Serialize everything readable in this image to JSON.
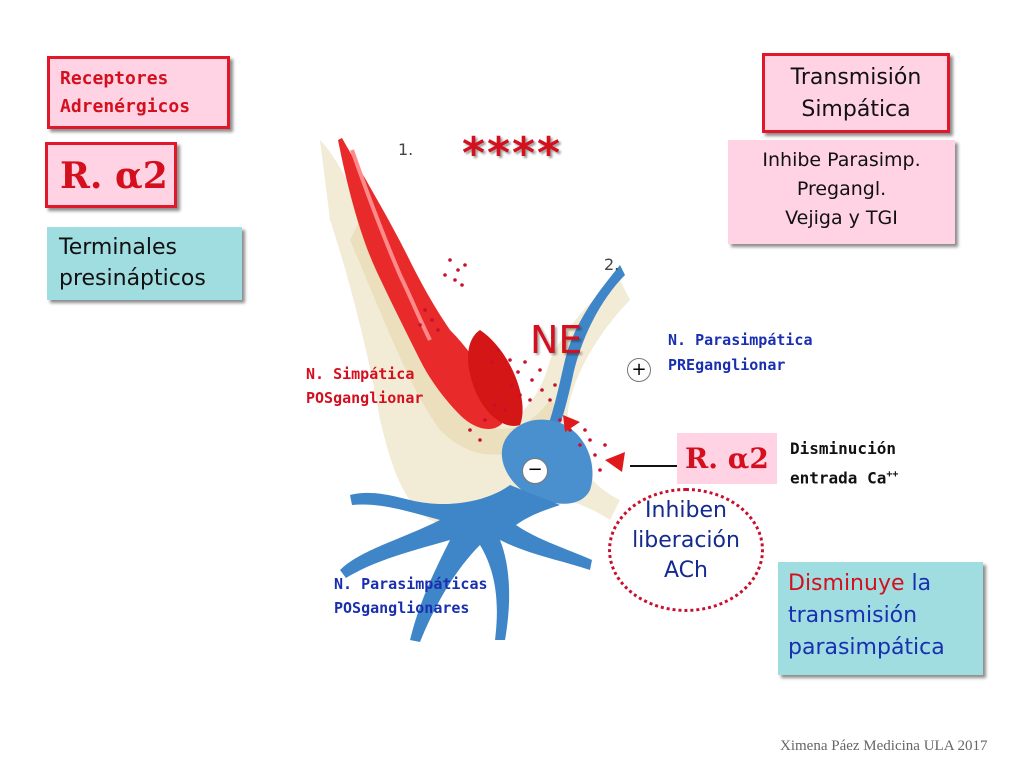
{
  "top_left": {
    "receptores": "Receptores\nAdrenérgicos",
    "r_alpha2": "R. α2",
    "terminales": "Terminales\npresinápticos"
  },
  "top_right": {
    "transmision": "Transmisión\nSimpática",
    "inhibe": "Inhibe Parasimp.\nPregangl.\nVejiga y TGI"
  },
  "diagram": {
    "label_1": "1.",
    "label_2": "2.",
    "stars": "****",
    "ne": "NE",
    "plus": "+",
    "minus": "−"
  },
  "labels": {
    "n_simpatica": "N. Simpática\nPOSganglionar",
    "n_parasimpatica_pre": "N. Parasimpática\nPREganglionar",
    "n_parasimpaticas_pos": "N. Parasimpáticas\nPOSganglionares",
    "r_alpha2_small": "R. α2",
    "disminucion": "Disminución\nentrada Ca",
    "ca_superscript": "++",
    "inhiben": "Inhiben\nliberación\nACh",
    "disminuye_red": "Disminuye",
    "disminuye_rest": " la\ntransmisión\nparasimpática"
  },
  "footer": {
    "credit": "Ximena Páez Medicina ULA 2017"
  },
  "colors": {
    "red": "#d4101f",
    "blue": "#1a2fb0",
    "pink_box": "#ffd3e3",
    "teal_box": "#9fdde0"
  }
}
